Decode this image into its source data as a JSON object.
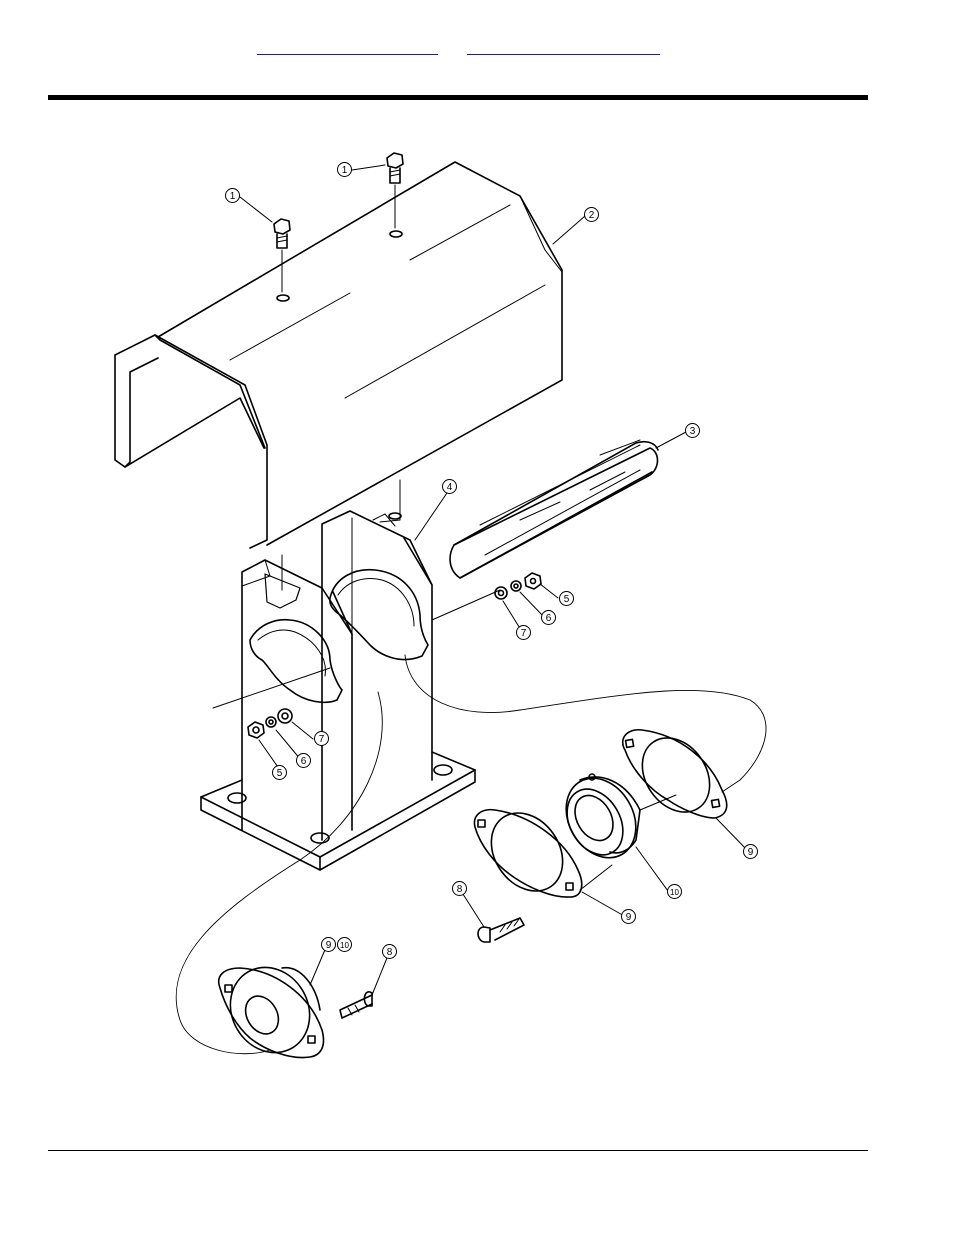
{
  "header": {
    "links": [
      "",
      ""
    ]
  },
  "callouts": [
    {
      "id": "callout-1a",
      "label": "1"
    },
    {
      "id": "callout-1b",
      "label": "1"
    },
    {
      "id": "callout-2",
      "label": "2"
    },
    {
      "id": "callout-3",
      "label": "3"
    },
    {
      "id": "callout-4",
      "label": "4"
    },
    {
      "id": "callout-5a",
      "label": "5"
    },
    {
      "id": "callout-6a",
      "label": "6"
    },
    {
      "id": "callout-7a",
      "label": "7"
    },
    {
      "id": "callout-5b",
      "label": "5"
    },
    {
      "id": "callout-6b",
      "label": "6"
    },
    {
      "id": "callout-7b",
      "label": "7"
    },
    {
      "id": "callout-9a",
      "label": "9"
    },
    {
      "id": "callout-10a",
      "label": "10"
    },
    {
      "id": "callout-8a",
      "label": "8"
    },
    {
      "id": "callout-9b",
      "label": "9"
    },
    {
      "id": "callout-9c",
      "label": "9"
    },
    {
      "id": "callout-10b",
      "label": "10"
    },
    {
      "id": "callout-8b",
      "label": "8"
    }
  ]
}
